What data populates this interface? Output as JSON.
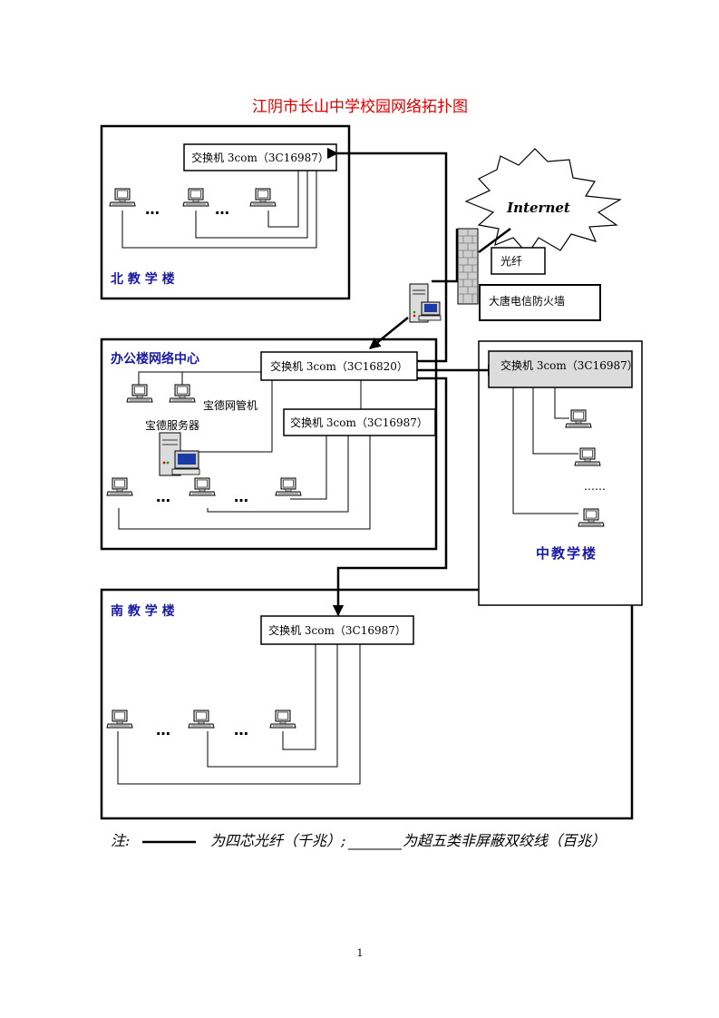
{
  "title": "江阴市长山中学校园网络拓扑图",
  "internet_label": "Internet",
  "fiber_label": "光纤",
  "firewall_label": "大唐电信防火墙",
  "buildings": {
    "north": {
      "label": "北 教 学 楼",
      "switch": "交换机 3com（3C16987）"
    },
    "office": {
      "label": "办公楼网络中心",
      "core_switch": "交换机 3com（3C16820）",
      "sub_switch": "交换机 3com（3C16987）",
      "mgmt_pc": "宝德网管机",
      "server": "宝德服务器"
    },
    "middle": {
      "label": "中教学楼",
      "switch": "交换机 3com（3C16987）",
      "ellipsis": "……"
    },
    "south": {
      "label": "南 教 学 楼",
      "switch": "交换机 3com（3C16987）"
    }
  },
  "ellipsis": "…",
  "legend": {
    "note": "注:",
    "fiber_desc": "为四芯光纤（千兆）;",
    "utp_desc": "为超五类非屏蔽双绞线（百兆）"
  },
  "page_number": "1",
  "icons": [
    "computer-icon",
    "server-icon",
    "firewall-wall-icon",
    "internet-cloud-icon"
  ]
}
